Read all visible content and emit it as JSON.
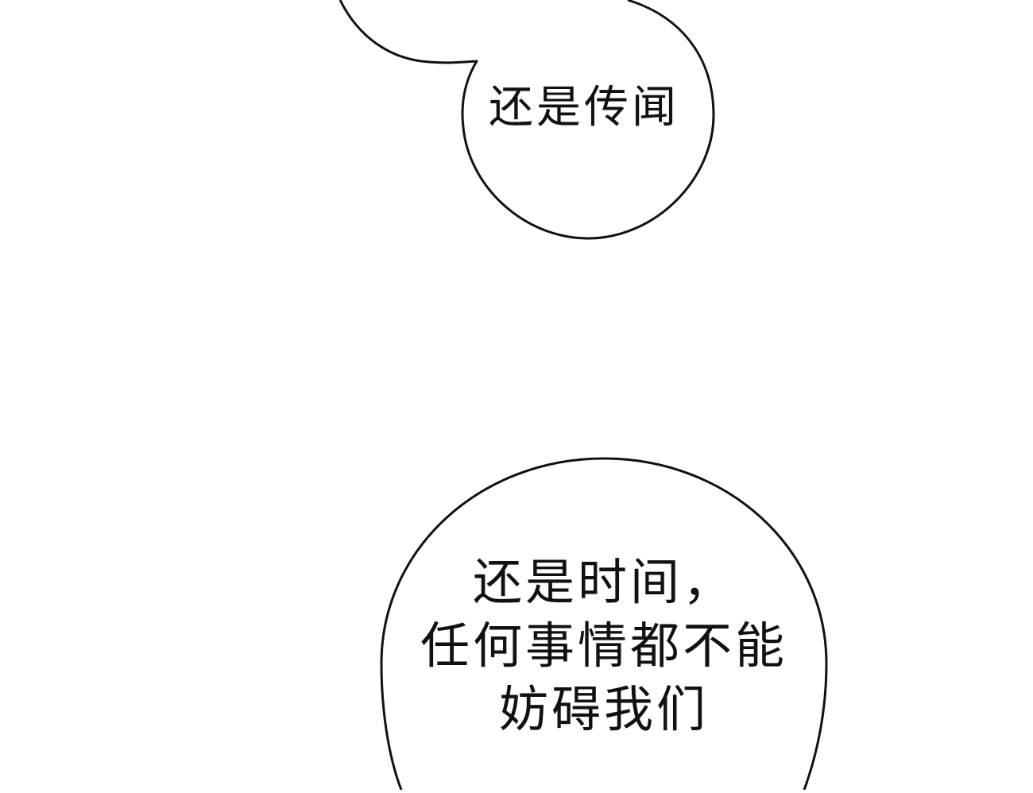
{
  "background_color": "#ffffff",
  "ink_color": "#111111",
  "bubble_top": {
    "lines": [
      "还是传闻"
    ]
  },
  "bubble_bottom": {
    "lines": [
      "还是时间，",
      "任何事情都不能",
      "妨碍我们"
    ]
  }
}
